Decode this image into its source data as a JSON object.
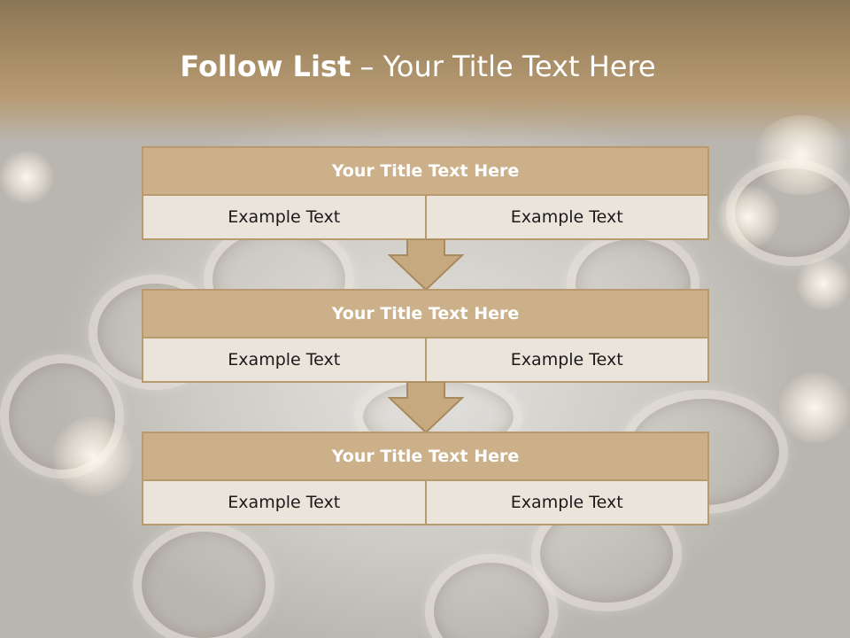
{
  "slide": {
    "title_bold": "Follow List",
    "title_rest": " – Your Title Text Here",
    "blocks": [
      {
        "title": "Your Title Text Here",
        "left": "Example Text",
        "right": "Example Text"
      },
      {
        "title": "Your Title Text Here",
        "left": "Example Text",
        "right": "Example Text"
      },
      {
        "title": "Your Title Text Here",
        "left": "Example Text",
        "right": "Example Text"
      }
    ]
  },
  "colors": {
    "header_band": "#a48a63",
    "block_title_fill": "#cbb08a",
    "block_border": "#b89a6e",
    "cell_fill": "#ebe4da",
    "arrow_fill": "#c6a97e"
  }
}
